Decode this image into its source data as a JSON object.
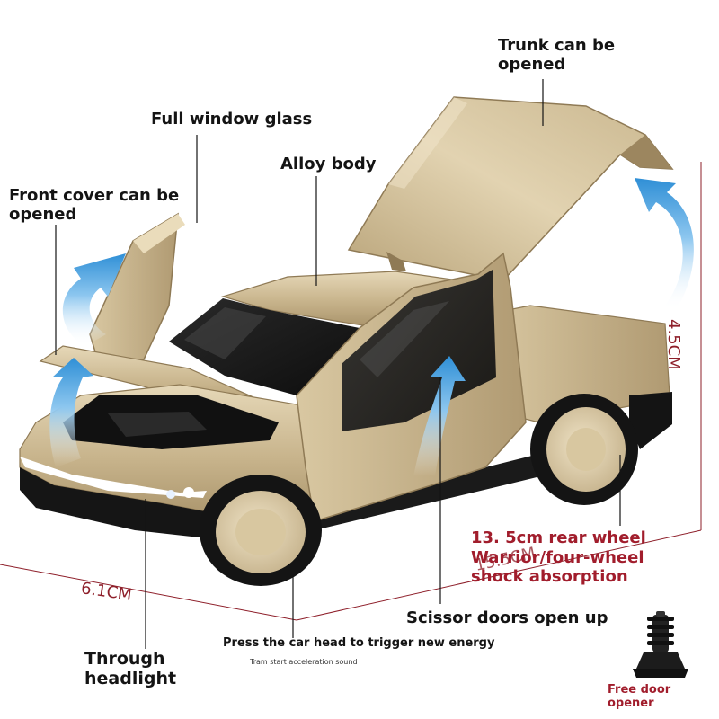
{
  "labels": {
    "trunk": [
      "Trunk can be",
      "opened"
    ],
    "full_window_glass": "Full window glass",
    "alloy_body": "Alloy body",
    "front_cover": [
      "Front cover can be",
      "opened"
    ],
    "height_dim": "4.5CM",
    "length_dim": "6.1CM",
    "width_dim": "15.5CM",
    "rear_wheel": "13. 5cm rear wheel",
    "shock_absorption": [
      "Warrior/four-wheel",
      "shock absorption"
    ],
    "scissor_doors": "Scissor doors open up",
    "headlight": [
      "Through",
      "headlight"
    ],
    "press_head": "Press the car head to trigger new energy",
    "tram_start": "Tram start acceleration sound",
    "door_opener": [
      "Free door",
      "opener"
    ]
  },
  "colors": {
    "body_gold": "#c8b48c",
    "arrow_blue": "#2f8fd6",
    "dimension_red": "#8e1f2a"
  }
}
